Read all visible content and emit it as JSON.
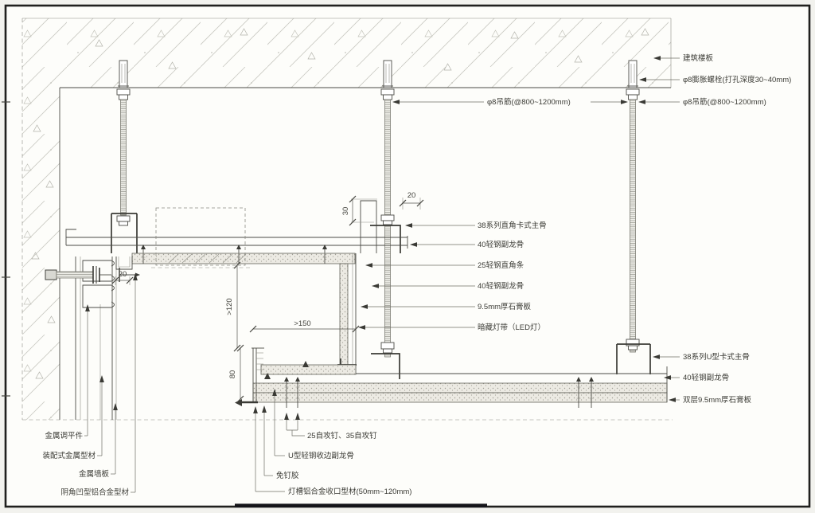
{
  "drawing": {
    "labels": {
      "slab": "建筑楼板",
      "anchor": "φ8膨胀螺栓(打孔深度30~40mm)",
      "rod_mid": "φ8吊筋(@800~1200mm)",
      "rod_right": "φ8吊筋(@800~1200mm)",
      "runner38_upper": "38系列直角卡式主骨",
      "keel40_a": "40轻钢副龙骨",
      "angle25": "25轻钢直角条",
      "keel40_b": "40轻钢副龙骨",
      "gyp95": "9.5mm厚石膏板",
      "led": "暗藏灯带（LED灯）",
      "runner38_lower": "38系列U型卡式主骨",
      "keel40_c": "40轻钢副龙骨",
      "gyp95_double": "双层9.5mm厚石膏板",
      "leveling": "金属调平件",
      "assembly_profile": "装配式金属型材",
      "wall_panel": "金属墙板",
      "corner_profile": "阴角凹型铝合金型材",
      "screws": "25自攻钉、35自攻钉",
      "edge_keel": "U型轻钢收边副龙骨",
      "glue": "免钉胶",
      "trough": "灯槽铝合金收口型材(50mm~120mm)"
    },
    "dims": {
      "d20_wall": "20",
      "d30": "30",
      "d20_top": "20",
      "d120": ">120",
      "d150": ">150",
      "d80": "80"
    }
  }
}
